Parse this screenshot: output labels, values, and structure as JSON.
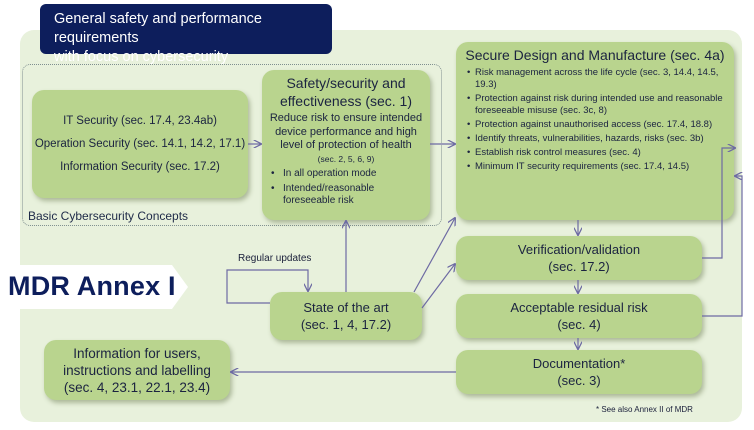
{
  "header": {
    "line1": "General safety and performance requirements",
    "line2": "with focus on cybersecurity"
  },
  "basic_concepts_label": "Basic Cybersecurity Concepts",
  "security_box": {
    "items": [
      "IT Security (sec. 17.4, 23.4ab)",
      "Operation Security (sec. 14.1, 14.2, 17.1)",
      "Information Security (sec. 17.2)"
    ]
  },
  "safety_box": {
    "title_line1": "Safety/security and",
    "title_line2": "effectiveness (sec. 1)",
    "description": "Reduce risk to ensure intended device performance and high level of protection of health",
    "sections": "(sec. 2, 5, 6, 9)",
    "bullets": [
      "In all operation mode",
      "Intended/reasonable foreseeable risk"
    ]
  },
  "design_box": {
    "title": "Secure Design and Manufacture (sec. 4a)",
    "bullets": [
      "Risk management across the life cycle (sec. 3, 14.4, 14.5, 19.3)",
      "Protection against risk during intended use and reasonable foreseeable misuse (sec. 3c, 8)",
      "Protection against unauthorised access (sec. 17.4, 18.8)",
      "Identify threats, vulnerabilities, hazards, risks (sec. 3b)",
      "Establish risk control measures (sec. 4)",
      "Minimum IT security requirements (sec. 17.4, 14.5)"
    ]
  },
  "verification_box": {
    "line1": "Verification/validation",
    "line2": "(sec. 17.2)"
  },
  "residual_box": {
    "line1": "Acceptable residual risk",
    "line2": "(sec. 4)"
  },
  "documentation_box": {
    "line1": "Documentation*",
    "line2": "(sec. 3)"
  },
  "state_box": {
    "line1": "State of the art",
    "line2": "(sec. 1, 4, 17.2)"
  },
  "info_box": {
    "line1": "Information for users,",
    "line2": "instructions and  labelling",
    "line3": "(sec. 4, 23.1, 22.1, 23.4)"
  },
  "mdr_label": "MDR Annex I",
  "regular_updates_label": "Regular updates",
  "footnote": "* See also Annex II of MDR",
  "colors": {
    "navy": "#0d1e5c",
    "box_green": "#b9d48e",
    "panel_green": "#e8f1dc",
    "connector": "#6d6aa3"
  }
}
